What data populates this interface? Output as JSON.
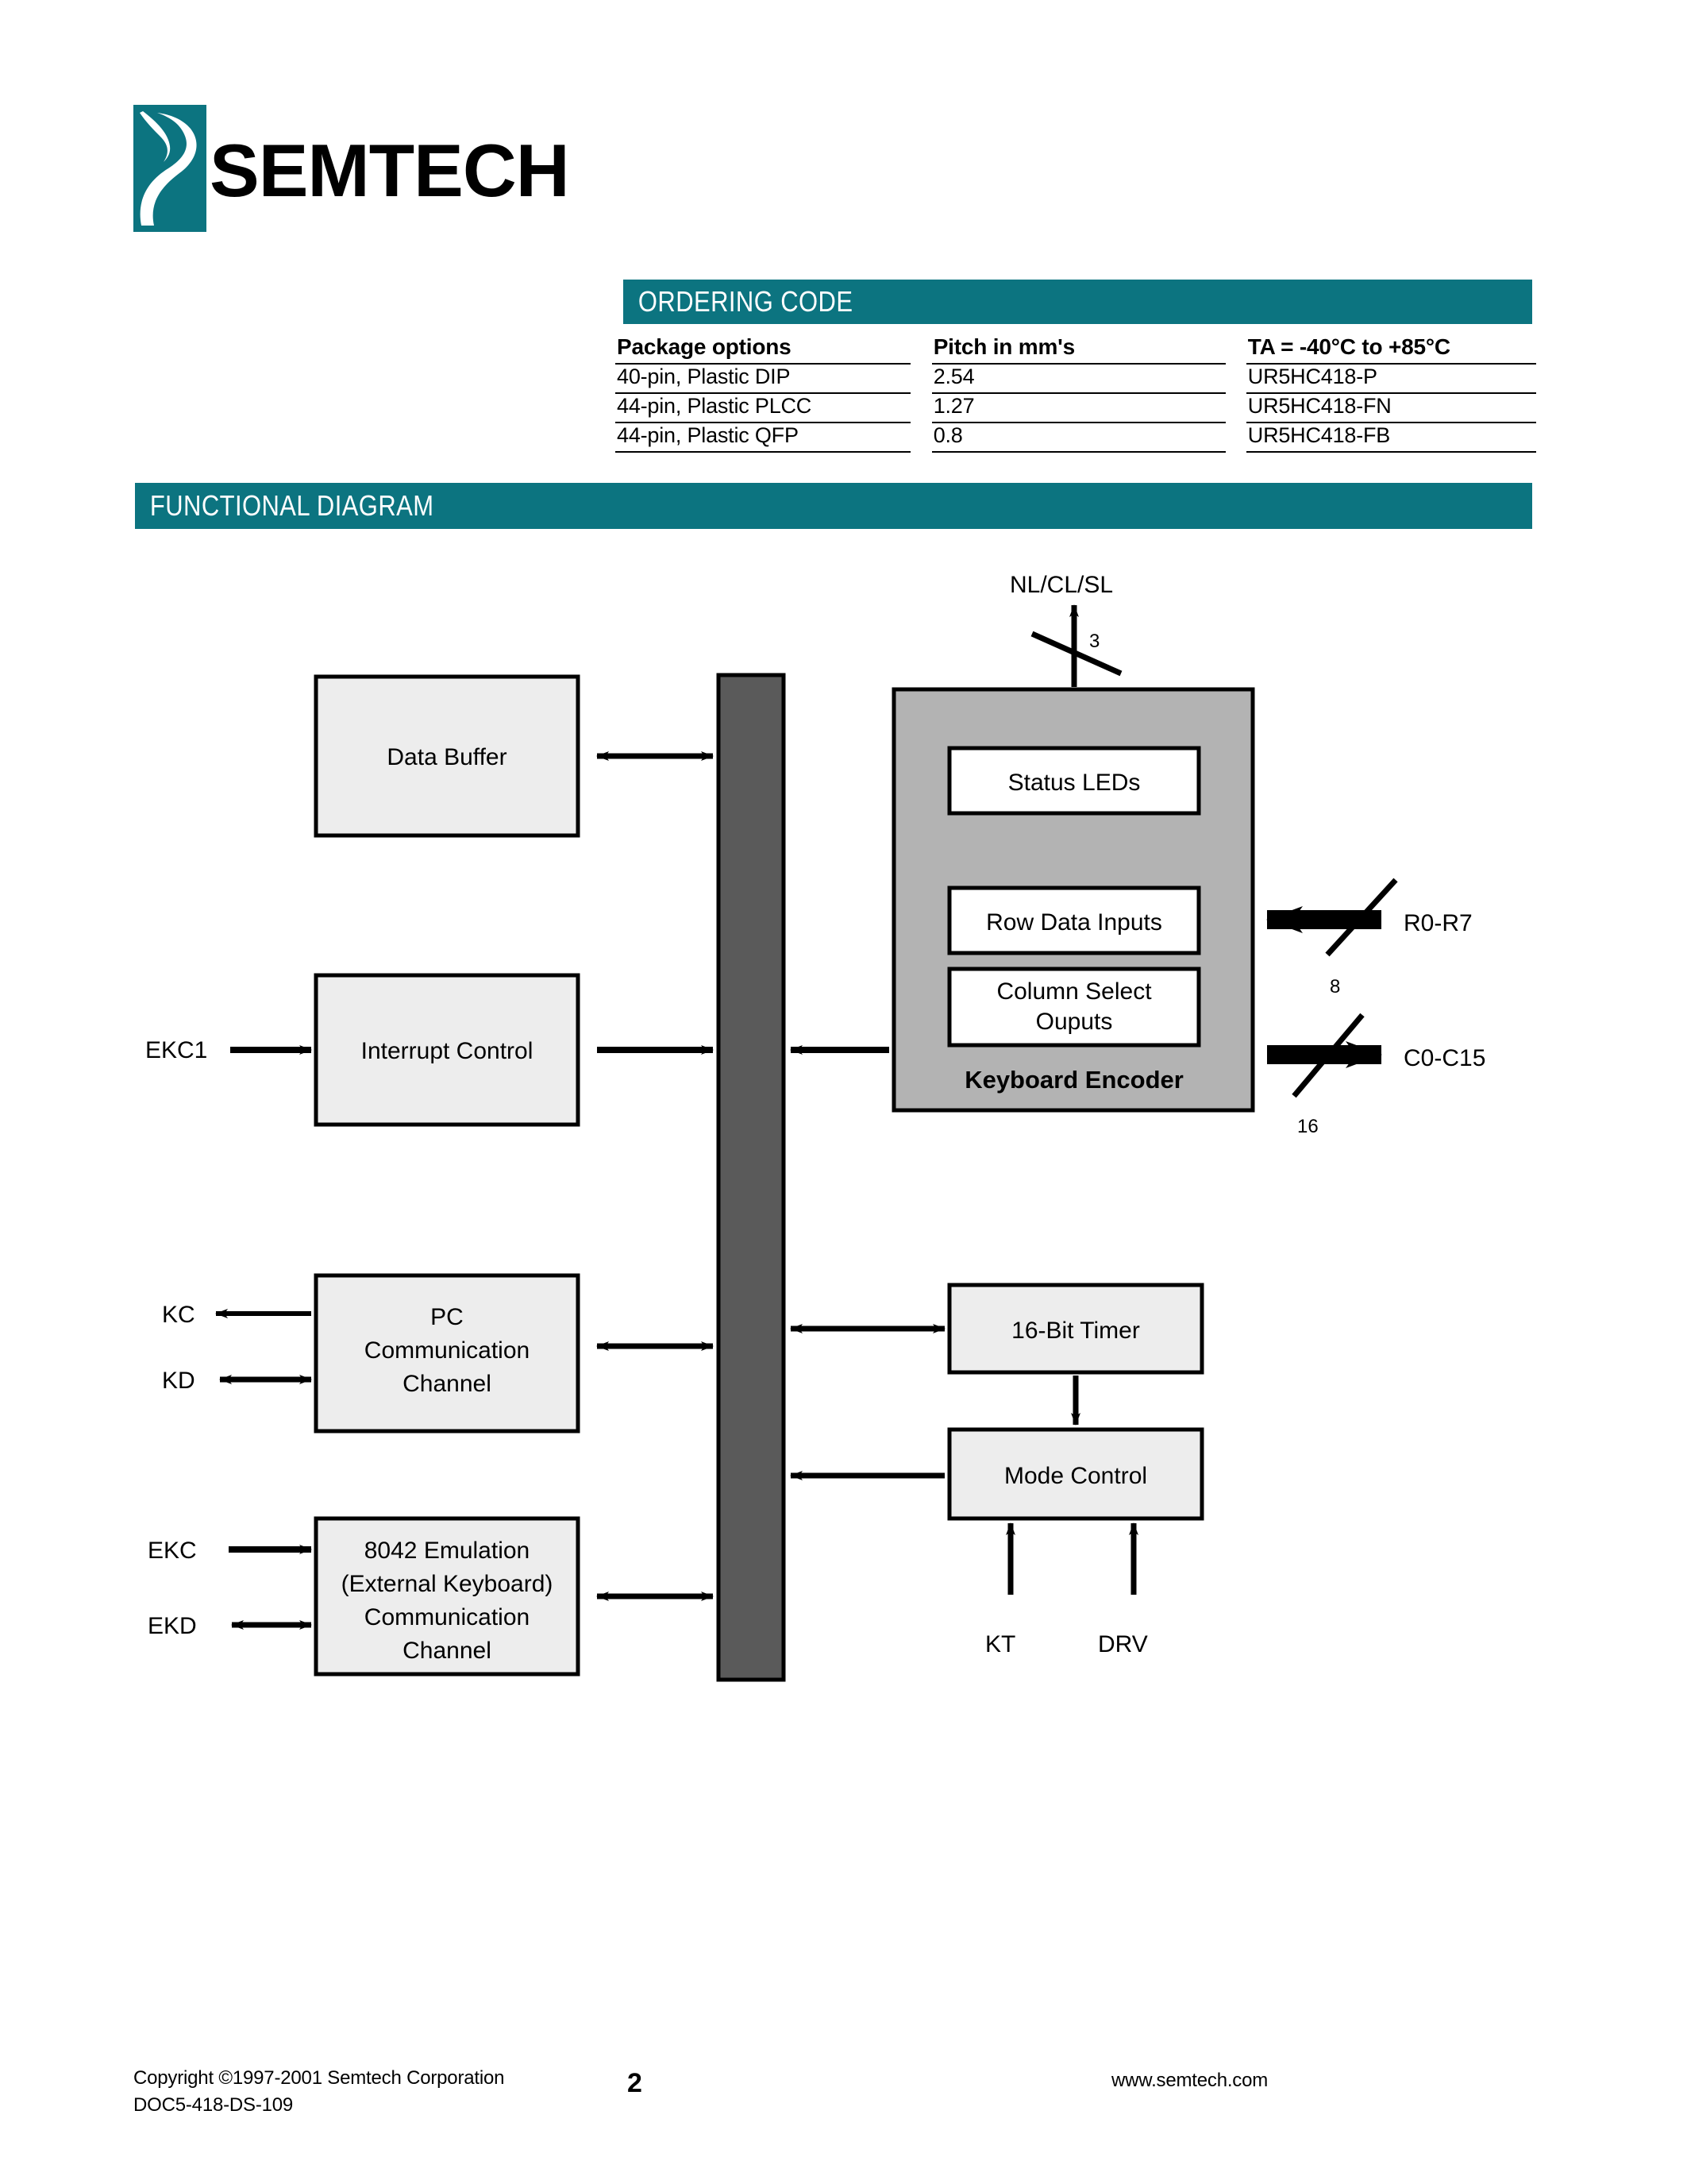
{
  "brand": {
    "name": "SEMTECH",
    "logo_mark_color": "#0c7480"
  },
  "sections": {
    "ordering_code": {
      "title": "ORDERING CODE",
      "accent": "#0c7480"
    },
    "functional_diagram": {
      "title": "FUNCTIONAL DIAGRAM",
      "accent": "#0c7480"
    }
  },
  "ordering_table": {
    "headers": [
      "Package options",
      "Pitch in mm's",
      "TA = -40°C to +85°C"
    ],
    "rows": [
      [
        "40-pin, Plastic DIP",
        "2.54",
        "UR5HC418-P"
      ],
      [
        "44-pin, Plastic PLCC",
        "1.27",
        "UR5HC418-FN"
      ],
      [
        "44-pin, Plastic QFP",
        "0.8",
        "UR5HC418-FB"
      ]
    ]
  },
  "diagram": {
    "colors": {
      "block_fill": "#ededed",
      "bus_fill": "#5a5a5a",
      "encoder_fill": "#b3b3b3",
      "inner_fill": "#ffffff",
      "stroke": "#000000"
    },
    "blocks": {
      "data_buffer": "Data Buffer",
      "interrupt_control": "Interrupt Control",
      "pc_comm_line1": "PC",
      "pc_comm_line2": "Communication",
      "pc_comm_line3": "Channel",
      "emu_line1": "8042 Emulation",
      "emu_line2": "(External Keyboard)",
      "emu_line3": "Communication",
      "emu_line4": "Channel",
      "timer": "16-Bit Timer",
      "mode_control": "Mode Control",
      "status_leds": "Status LEDs",
      "row_data_inputs": "Row Data Inputs",
      "column_select_line1": "Column Select",
      "column_select_line2": "Ouputs",
      "keyboard_encoder": "Keyboard Encoder"
    },
    "pins": {
      "nl_cl_sl": "NL/CL/SL",
      "nl_cl_sl_width": "3",
      "r0_r7": "R0-R7",
      "r0_r7_width": "8",
      "c0_c15": "C0-C15",
      "c0_c15_width": "16",
      "ekc1": "EKC1",
      "kc": "KC",
      "kd": "KD",
      "ekc": "EKC",
      "ekd": "EKD",
      "kt": "KT",
      "drv": "DRV"
    }
  },
  "footer": {
    "copyright": "Copyright ©1997-2001 Semtech Corporation",
    "doc_id": "DOC5-418-DS-109",
    "page_number": "2",
    "url": "www.semtech.com"
  }
}
